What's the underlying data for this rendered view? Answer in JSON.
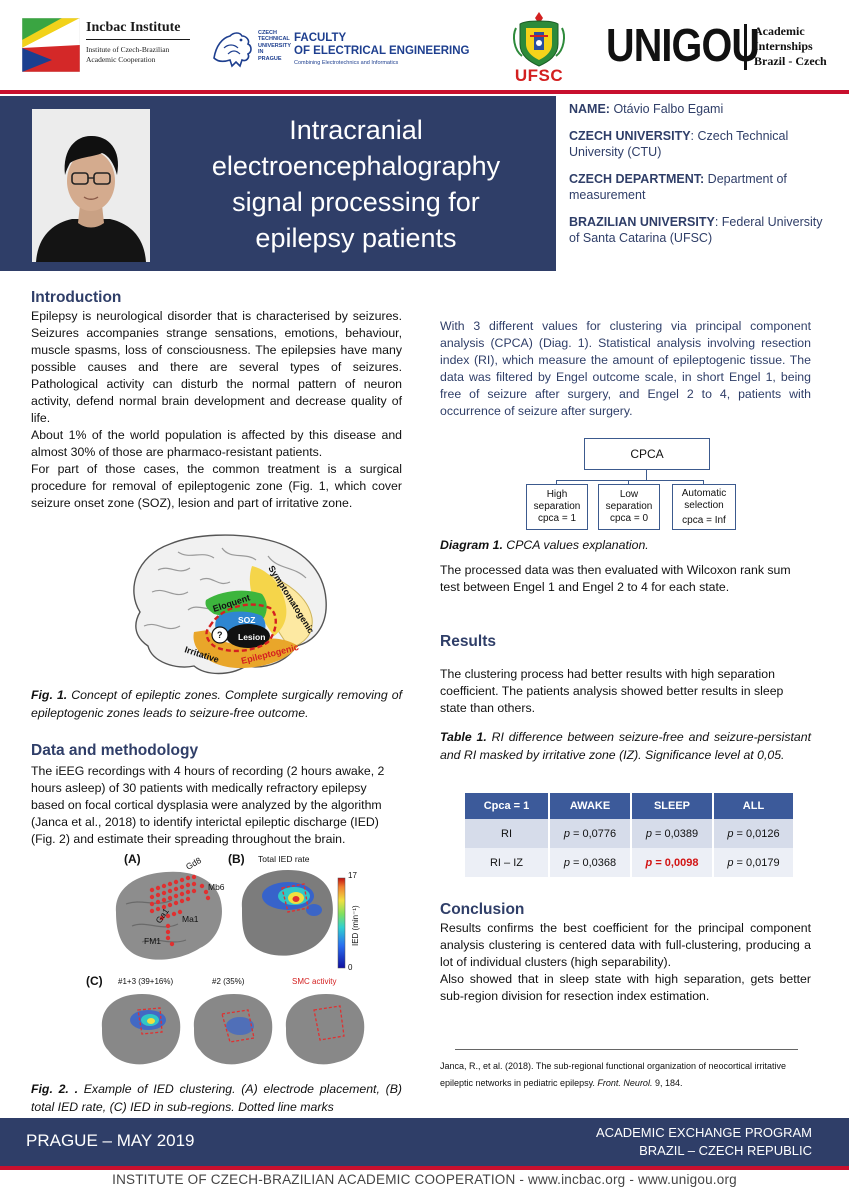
{
  "logos": {
    "incbac": {
      "name": "Incbac Institute",
      "line1": "Institute of Czech-Brazilian",
      "line2": "Academic Cooperation"
    },
    "ctu": {
      "university": "CZECH\nTECHNICAL\nUNIVERSITY\nIN\nPRAGUE",
      "faculty": "FACULTY\nOF ELECTRICAL ENGINEERING",
      "faculty_sub": "Combining Electrotechnics and Informatics"
    },
    "ufsc": {
      "word": "UFSC"
    },
    "unigou": {
      "word": "UNIGOU",
      "sub": "Academic\nInternships\nBrazil - Czech"
    }
  },
  "header": {
    "title": "Intracranial\nelectroencephalography\nsignal processing for\nepilepsy patients"
  },
  "info": {
    "name_label": "NAME:",
    "name_value": "Otávio Falbo Egami",
    "czech_uni_label": "CZECH UNIVERSITY",
    "czech_uni_value": ":  Czech Technical University (CTU)",
    "czech_dept_label": "CZECH DEPARTMENT:",
    "czech_dept_value": "Department of measurement",
    "brazil_uni_label": "BRAZILIAN UNIVERSITY",
    "brazil_uni_value": ": Federal University of Santa Catarina (UFSC)"
  },
  "introduction": {
    "title": "Introduction",
    "p1": "Epilepsy is neurological disorder that is characterised by seizures. Seizures accompanies strange sensations, emotions, behaviour, muscle spasms, loss of consciousness.  The epilepsies have many possible causes and there are several types of seizures. Pathological activity can disturb the normal pattern of neuron activity, defend normal brain development and decrease quality of life.",
    "p2": "About 1% of the world population is affected by this disease and almost 30% of those are pharmaco-resistant patients.",
    "p3": "For part of those cases, the common treatment is a surgical procedure for removal of epileptogenic zone (Fig. 1, which cover seizure onset zone (SOZ), lesion and part of irritative zone."
  },
  "fig1": {
    "labels": {
      "eloquent": "Eloquent",
      "symptomatogenic": "Symptomatogenic",
      "soz": "SOZ",
      "lesion": "Lesion",
      "question": "?",
      "irritative": "Irritative",
      "epileptogenic": "Epileptogenic"
    },
    "caption_label": "Fig. 1.",
    "caption_text": " Concept of epileptic zones. Complete surgically removing of epileptogenic zones leads to seizure-free outcome."
  },
  "data_method": {
    "title": "Data and methodology",
    "p1": "The iEEG recordings with 4 hours of recording (2 hours awake, 2 hours asleep) of 30 patients with medically refractory epilepsy based on focal cortical dysplasia were analyzed by the algorithm (Janca et al., 2018) to identify interictal epileptic discharge (IED) (Fig. 2) and estimate their spreading throughout the brain."
  },
  "fig2": {
    "panel_a": "(A)",
    "panel_b": "(B)",
    "panel_c": "(C)",
    "total_ied": "Total IED rate",
    "electrodes": {
      "gd8": "Gd8",
      "mb6": "Mb6",
      "ga1": "Ga1",
      "ma1": "Ma1",
      "fm1": "FM1"
    },
    "scale_max": "17",
    "scale_min": "0",
    "scale_label": "IED (min⁻¹)",
    "sub1": "#1+3 (39+16%)",
    "sub2": "#2 (35%)",
    "sub3": "SMC activity",
    "caption_label": "Fig. 2. .",
    "caption_text": " Example of IED clustering. (A) electrode placement, (B) total IED rate, (C) IED in sub-regions. Dotted line marks"
  },
  "right_intro": {
    "p1": "With 3 different values for clustering via principal component analysis (CPCA) (Diag. 1). Statistical analysis involving resection index (RI), which measure the amount of epileptogenic tissue. The data was filtered by Engel outcome scale, in short Engel 1, being free of seizure after surgery, and Engel 2 to 4, patients with occurrence of seizure after surgery."
  },
  "diagram": {
    "root": "CPCA",
    "children": [
      {
        "line1": "High",
        "line2": "separation",
        "line3": "cpca = 1"
      },
      {
        "line1": "Low",
        "line2": "separation",
        "line3": "cpca = 0"
      },
      {
        "line1": "Automatic",
        "line2": "selection",
        "line3": "cpca = Inf"
      }
    ],
    "caption_label": "Diagram 1.",
    "caption_text": " CPCA values explanation."
  },
  "evaluation": {
    "p1": "The processed data was then evaluated with Wilcoxon rank sum test between Engel 1 and Engel 2 to 4 for each state."
  },
  "results": {
    "title": "Results",
    "p1": " The clustering process had better results with high separation coefficient. The patients analysis showed better results in sleep state than others.",
    "table_caption_label": "Table 1.",
    "table_caption_text": " RI difference between seizure-free and seizure-persistant and RI masked by irritative zone (IZ). Significance level at 0,05."
  },
  "table": {
    "headers": [
      "Cpca = 1",
      "AWAKE",
      "SLEEP",
      "ALL"
    ],
    "rows": [
      {
        "label": "RI",
        "awake": "= 0,0776",
        "sleep": "= 0,0389",
        "all": "= 0,0126"
      },
      {
        "label": "RI – IZ",
        "awake": "= 0,0368",
        "sleep": "= 0,0098",
        "all": "= 0,0179"
      }
    ],
    "p": "p"
  },
  "conclusion": {
    "title": "Conclusion",
    "p1": "Results confirms the best coefficient for the principal component analysis clustering is centered data with full-clustering, producing a lot of individual clusters (high separability).",
    "p2": "Also showed that in sleep state with high separation, gets better sub-region division for resection index estimation."
  },
  "reference": {
    "text": "Janca, R., et al. (2018). The sub-regional functional organization of neocortical irritative epileptic networks in pediatric epilepsy. ",
    "journal": "Front. Neurol.",
    "tail": " 9, 184."
  },
  "footer": {
    "left": "PRAGUE – MAY 2019",
    "right1": "ACADEMIC EXCHANGE PROGRAM",
    "right2": "BRAZIL – CZECH REPUBLIC",
    "bottom": "INSTITUTE OF CZECH-BRAZILIAN ACADEMIC COOPERATION  -  www.incbac.org  -  www.unigou.org"
  },
  "colors": {
    "navy": "#2f3e68",
    "red_rule": "#c8102e",
    "table_header": "#3c5a9a",
    "highlight": "#d21414"
  }
}
